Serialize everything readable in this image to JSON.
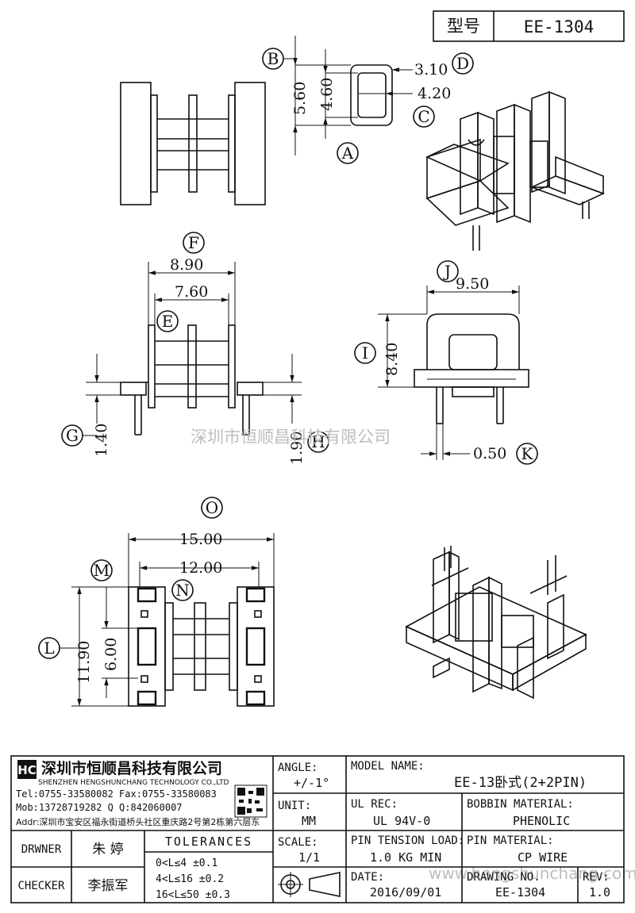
{
  "header": {
    "model_label": "型号",
    "model_value": "EE-1304"
  },
  "dimensions": {
    "A": "A",
    "B": "B",
    "C": "C",
    "D": "D",
    "E": "E",
    "F": "F",
    "G": "G",
    "H": "H",
    "I": "I",
    "J": "J",
    "K": "K",
    "L": "L",
    "M": "M",
    "N": "N",
    "O": "O",
    "d_3_10": "3.10",
    "d_4_20": "4.20",
    "d_5_60": "5.60",
    "d_4_60": "4.60",
    "d_8_90": "8.90",
    "d_7_60": "7.60",
    "d_1_40": "1.40",
    "d_1_90": "1.90",
    "d_9_50": "9.50",
    "d_8_40": "8.40",
    "d_0_50": "0.50",
    "d_15_00": "15.00",
    "d_12_00": "12.00",
    "d_11_90": "11.90",
    "d_6_00": "6.00"
  },
  "watermark": {
    "center": "深圳市恒顺昌科技有限公司",
    "footer": "www.hengshunchang.com"
  },
  "title_block": {
    "company_cn": "深圳市恒顺昌科技有限公司",
    "company_en": "SHENZHEN HENGSHUNCHANG TECHNOLOGY CO.,LTD",
    "tel_fax": "Tel:0755-33580082 Fax:0755-33580083",
    "mob_qq": "Mob:13728719282    Q Q:842060007",
    "addr": "Addr:深圳市宝安区福永街道桥头社区重庆路2号第2栋第六层东",
    "angle_label": "ANGLE:",
    "angle_value": "+/-1°",
    "model_name_label": "MODEL NAME:",
    "model_name_value": "EE-13卧式(2+2PIN)",
    "unit_label": "UNIT:",
    "unit_value": "MM",
    "ul_rec_label": "UL REC:",
    "ul_rec_value": "UL 94V-0",
    "bobbin_label": "BOBBIN MATERIAL:",
    "bobbin_value": "PHENOLIC",
    "scale_label": "SCALE:",
    "scale_value": "1/1",
    "pin_tension_label": "PIN TENSION LOAD:",
    "pin_tension_value": "1.0 KG MIN",
    "pin_material_label": "PIN MATERIAL:",
    "pin_material_value": "CP WIRE",
    "date_label": "DATE:",
    "date_value": "2016/09/01",
    "drawing_no_label": "DRAWING NO.",
    "drawing_no_value": "EE-1304",
    "rev_label": "REV:",
    "rev_value": "1.0",
    "drawer_label": "DRWNER",
    "drawer_value": "朱 婷",
    "checker_label": "CHECKER",
    "checker_value": "李振军",
    "tolerances_label": "TOLERANCES",
    "tol1": "0<L≤4    ±0.1",
    "tol2": "4<L≤16   ±0.2",
    "tol3": "16<L≤50  ±0.3"
  }
}
